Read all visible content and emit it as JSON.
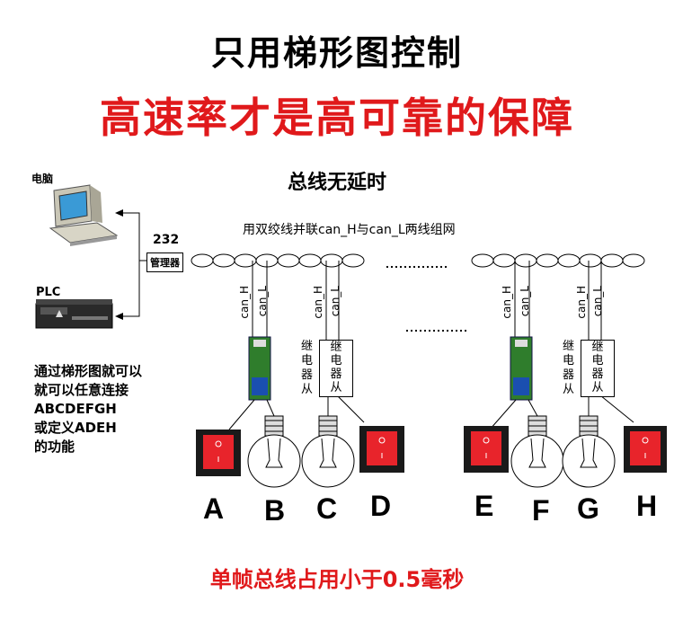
{
  "title": "只用梯形图控制",
  "headline": "高速率才是高可靠的保障",
  "subtitle": "总线无延时",
  "bus_note": "用双绞线并联can_H与can_L两线组网",
  "pc_label": "电脑",
  "plc_label": "PLC",
  "rs232_label": "232",
  "manager_label": "管理器",
  "can_h": "can_H",
  "can_l": "can_L",
  "relay_side_label": "继电器从",
  "relay_box_label": "继电器从",
  "description": [
    "通过梯形图就可以",
    "就可以任意连接",
    "ABCDEFGH",
    "或定义ADEH",
    "的功能"
  ],
  "letters": [
    "A",
    "B",
    "C",
    "D",
    "E",
    "F",
    "G",
    "H"
  ],
  "footer": "单帧总线占用小于0.5毫秒",
  "colors": {
    "red": "#e0191b",
    "switch_red": "#e8242b",
    "board_green": "#2f7d2c"
  }
}
